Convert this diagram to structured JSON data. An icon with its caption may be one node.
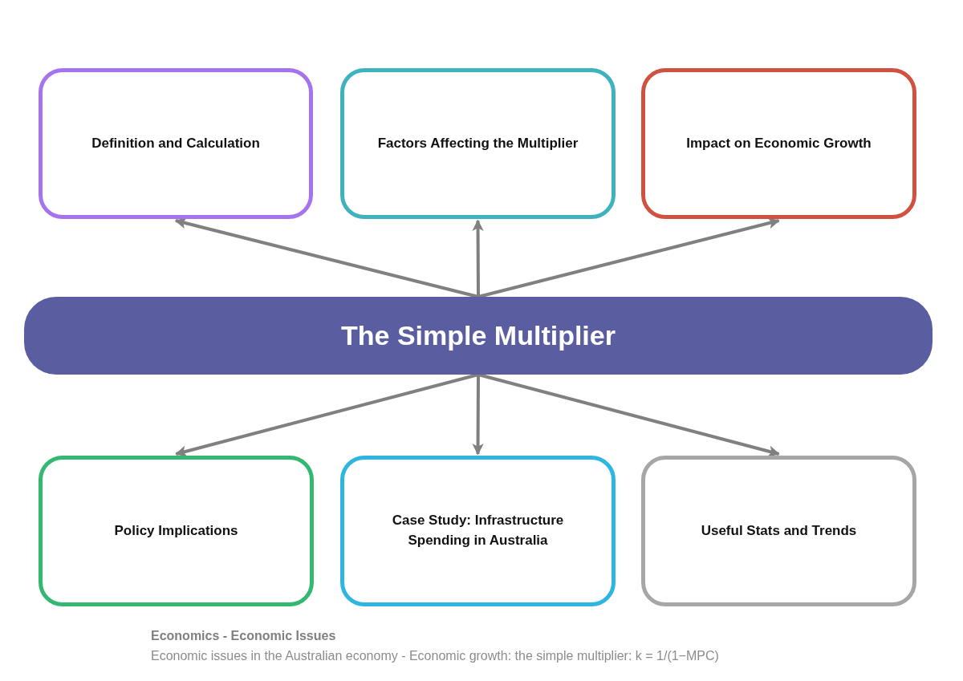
{
  "diagram": {
    "nodes": [
      {
        "text": [
          "Definition and Calculation"
        ]
      },
      {
        "text": [
          "Factors Affecting the Multiplier"
        ]
      },
      {
        "text": [
          "Impact on Economic Growth"
        ]
      },
      {
        "text": [
          "The Simple Multiplier"
        ]
      },
      {
        "text": [
          "Policy Implications"
        ]
      },
      {
        "text": [
          "Case Study: Infrastructure Spending in Australia"
        ]
      },
      {
        "text": [
          "Useful Stats and Trends"
        ]
      }
    ],
    "edges": [
      {
        "from": 3,
        "to": 0,
        "arrow": "to"
      },
      {
        "from": 3,
        "to": 1,
        "arrow": "to"
      },
      {
        "from": 3,
        "to": 2,
        "arrow": "to"
      },
      {
        "from": 3,
        "to": 4,
        "arrow": "to"
      },
      {
        "from": 3,
        "to": 5,
        "arrow": "to"
      },
      {
        "from": 3,
        "to": 6,
        "arrow": "to"
      }
    ],
    "labels": [
      "Economics - Economic Issues",
      "Economic issues in the Australian economy - Economic growth: the simple multiplier: k = 1/(1−MPC)"
    ]
  }
}
